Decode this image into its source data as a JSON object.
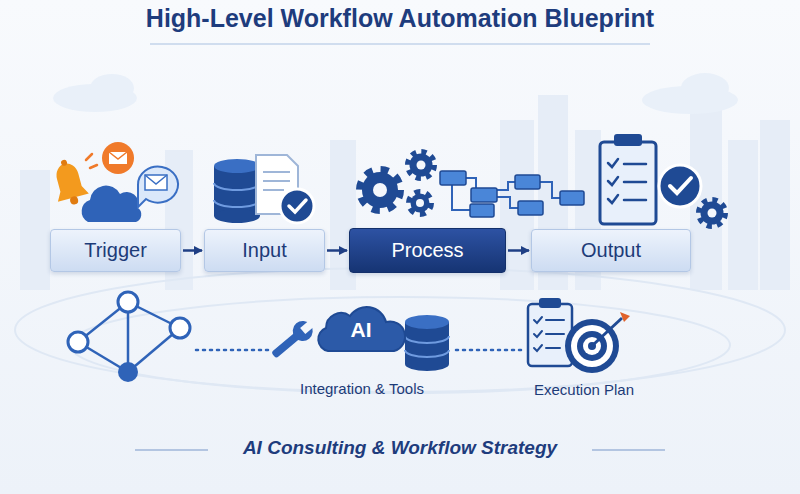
{
  "diagram": {
    "title": "High-Level Workflow Automation Blueprint",
    "caption": "AI Consulting & Workflow Strategy",
    "nodes": [
      {
        "text": [
          "Trigger"
        ]
      },
      {
        "text": [
          "Input"
        ]
      },
      {
        "text": [
          "Process"
        ]
      },
      {
        "text": [
          "Output"
        ]
      },
      {
        "text": [
          "AI"
        ]
      }
    ],
    "edges": [
      {
        "from": 0,
        "to": 1,
        "arrow": "to"
      },
      {
        "from": 1,
        "to": 2,
        "arrow": "to"
      },
      {
        "from": 2,
        "to": 3,
        "arrow": "to"
      }
    ],
    "labels": [
      "Integration & Tools",
      "Execution Plan"
    ]
  }
}
